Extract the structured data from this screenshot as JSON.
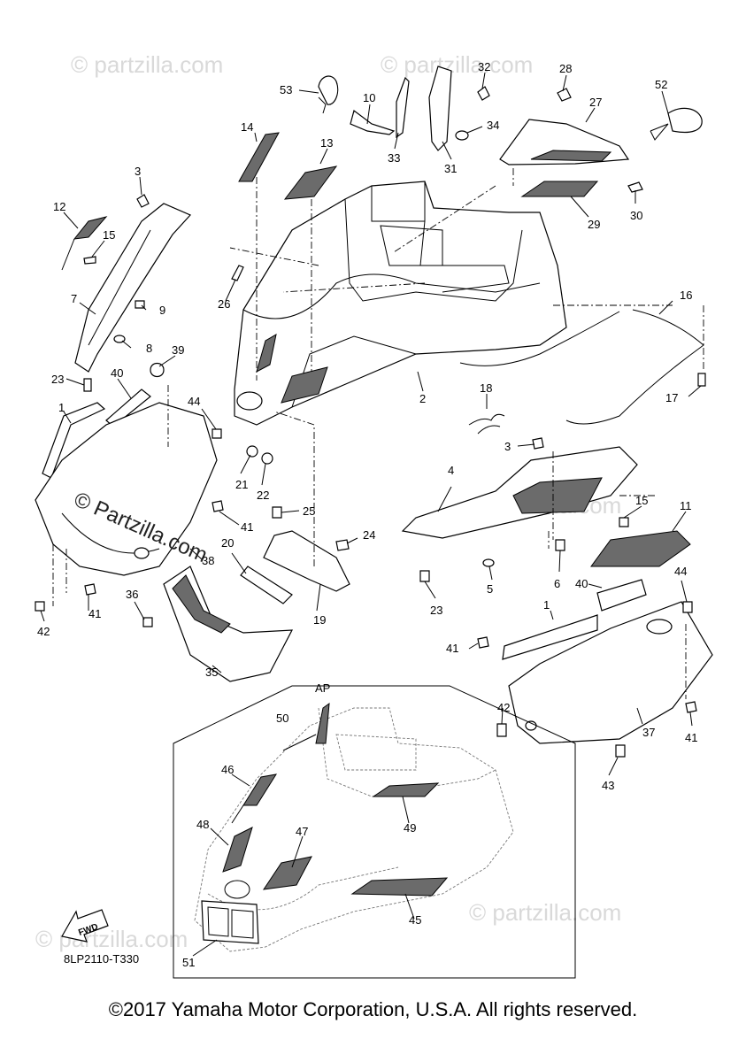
{
  "diagram": {
    "part_numbers": {
      "p1a": "1",
      "p1b": "1",
      "p2": "2",
      "p3a": "3",
      "p3b": "3",
      "p4": "4",
      "p5": "5",
      "p6": "6",
      "p7": "7",
      "p8": "8",
      "p9": "9",
      "p10": "10",
      "p11": "11",
      "p12": "12",
      "p13": "13",
      "p14": "14",
      "p15a": "15",
      "p15b": "15",
      "p16": "16",
      "p17": "17",
      "p18": "18",
      "p19": "19",
      "p20": "20",
      "p21": "21",
      "p22": "22",
      "p23a": "23",
      "p23b": "23",
      "p24": "24",
      "p25": "25",
      "p26": "26",
      "p27": "27",
      "p28": "28",
      "p29": "29",
      "p30": "30",
      "p31": "31",
      "p32": "32",
      "p33": "33",
      "p34": "34",
      "p35": "35",
      "p36": "36",
      "p37": "37",
      "p38": "38",
      "p39": "39",
      "p40a": "40",
      "p40b": "40",
      "p41a": "41",
      "p41b": "41",
      "p41c": "41",
      "p41d": "41",
      "p42a": "42",
      "p42b": "42",
      "p43": "43",
      "p44a": "44",
      "p44b": "44",
      "p45": "45",
      "p46": "46",
      "p47": "47",
      "p48": "48",
      "p49": "49",
      "p50": "50",
      "p51": "51",
      "p52": "52",
      "p53": "53"
    },
    "inset_label": "AP",
    "fwd_label": "FWD",
    "diagram_code": "8LP2110-T330"
  },
  "watermarks": {
    "text": "© Partzilla.com",
    "faint_text": "© partzilla.com"
  },
  "footer": {
    "copyright": "©2017 Yamaha Motor Corporation, U.S.A. All rights reserved."
  },
  "colors": {
    "line": "#000000",
    "grill_fill": "#6b6b6b",
    "watermark": "#d9d9d9"
  }
}
